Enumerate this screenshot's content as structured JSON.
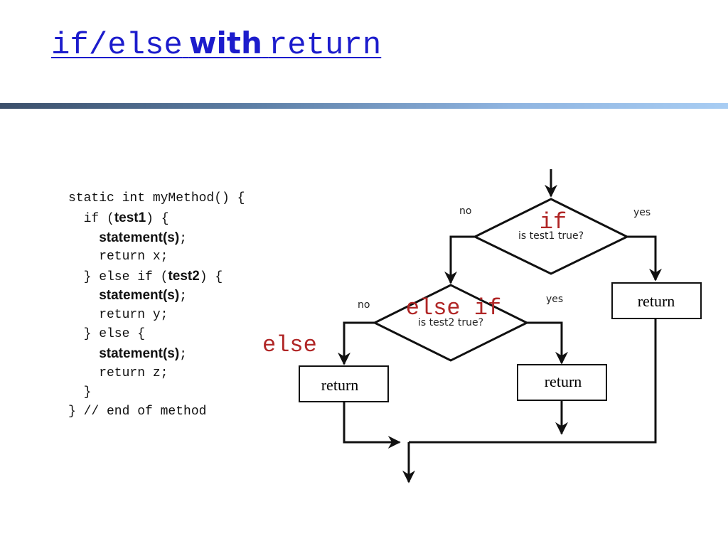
{
  "slide": {
    "title_part1": "if/else",
    "title_part2": "with",
    "title_part3": "return"
  },
  "code": {
    "line1": "static int myMethod() {",
    "line2_pre": "  if (",
    "line2_bold": "test1",
    "line2_post": ") {",
    "line3_bold": "statement(s)",
    "line3_post": ";",
    "line4": "    return x;",
    "line5_pre": "  } else if (",
    "line5_bold": "test2",
    "line5_post": ") {",
    "line6_bold": "statement(s)",
    "line6_post": ";",
    "line7": "    return y;",
    "line8": "  } else {",
    "line9_bold": "statement(s)",
    "line9_post": ";",
    "line10": "    return z;",
    "line11": "  }",
    "line12": "} // end of method"
  },
  "flowchart": {
    "decision1": {
      "label": "is test1 true?",
      "overlay": "if",
      "no_label": "no",
      "yes_label": "yes"
    },
    "decision2": {
      "label": "is test2 true?",
      "overlay": "else if",
      "no_label": "no",
      "yes_label": "yes"
    },
    "else_label": "else",
    "return_box_1": "return",
    "return_box_2": "return",
    "return_box_3": "return"
  }
}
